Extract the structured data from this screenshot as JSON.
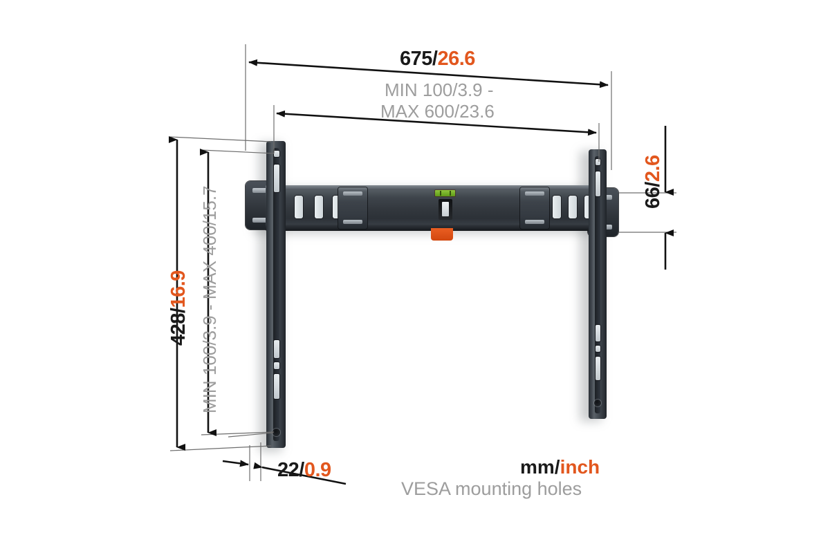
{
  "diagram": {
    "title": "TV wall mount dimension drawing",
    "colors": {
      "mm_text": "#1a1a1a",
      "inch_text": "#e2571e",
      "vesa_text": "#9d9d9d",
      "product_dark": "#343a41",
      "accent_orange": "#e8571c",
      "level_green": "#8fc63d"
    },
    "dimensions": {
      "width_total": {
        "mm": "675",
        "separator": "/",
        "inch": "26.6"
      },
      "vesa_horizontal": {
        "line1": "MIN 100/3.9 -",
        "line2": "MAX 600/23.6"
      },
      "height_total": {
        "mm": "428",
        "separator": "/",
        "inch": "16.9"
      },
      "vesa_vertical": {
        "text": "MIN 100/3.9 - MAX 400/15.7"
      },
      "depth": {
        "mm": "66",
        "separator": "/",
        "inch": "2.6"
      },
      "thickness": {
        "mm": "22",
        "separator": "/",
        "inch": "0.9"
      }
    },
    "legend": {
      "units_mm": "mm",
      "units_separator": "/",
      "units_inch": "inch",
      "vesa_note": "VESA mounting holes"
    }
  }
}
